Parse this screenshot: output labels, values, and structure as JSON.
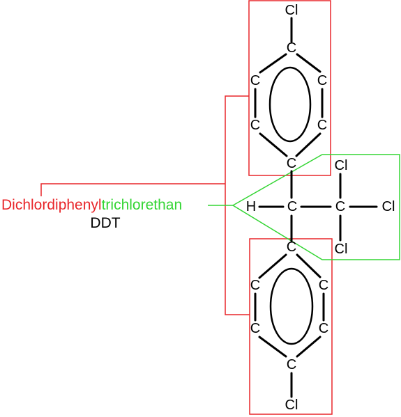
{
  "name": {
    "part_dichlordiphenyl": "Dichlordiphenyl",
    "part_trichlorethan": "trichlorethan",
    "abbreviation": "DDT"
  },
  "atoms": {
    "carbon": "C",
    "chlorine": "Cl",
    "hydrogen": "H"
  },
  "colors": {
    "phenyl_highlight": "#e8262a",
    "trichlorethan_highlight": "#34d534",
    "structure": "#000000"
  }
}
